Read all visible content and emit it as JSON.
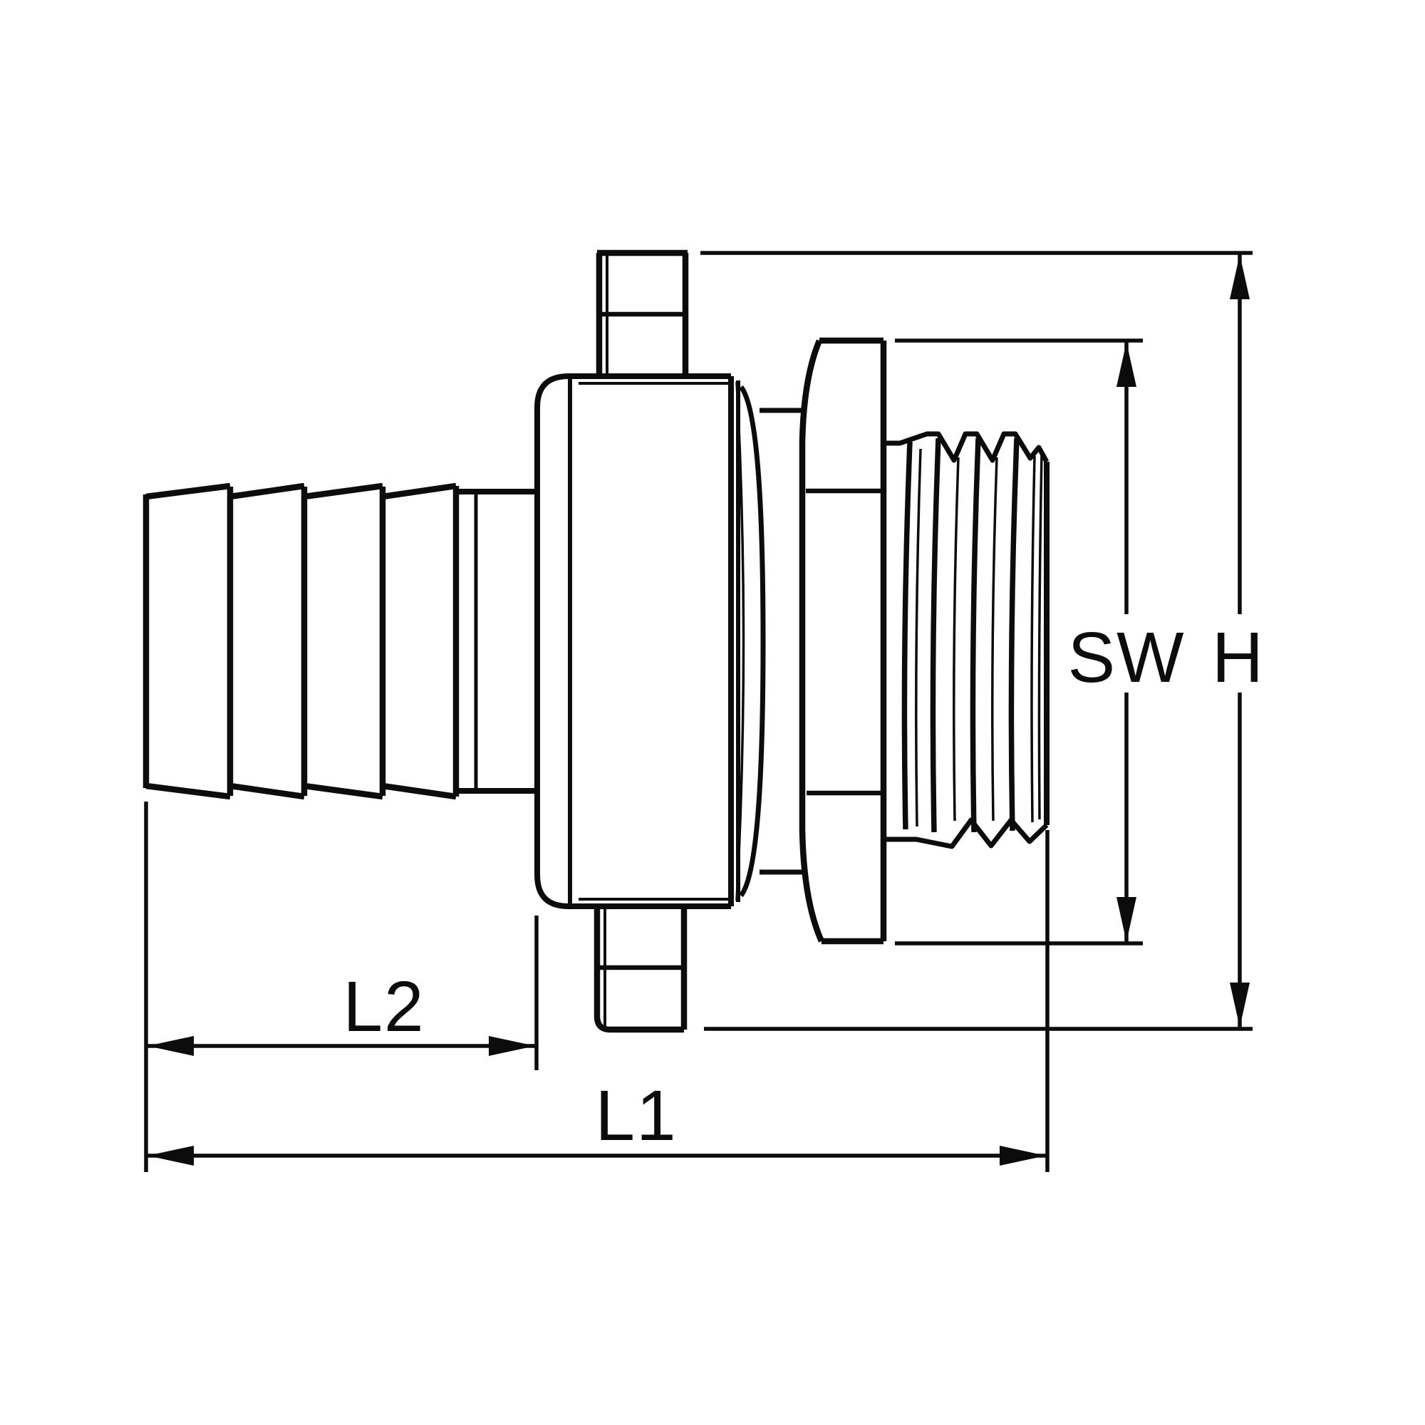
{
  "drawing": {
    "type": "engineering-dimension-drawing",
    "labels": {
      "overall_height": "H",
      "wrench_size": "SW",
      "overall_length": "L1",
      "tail_length": "L2"
    },
    "colors": {
      "line": "#0c0c0c",
      "background": "#ffffff"
    }
  }
}
